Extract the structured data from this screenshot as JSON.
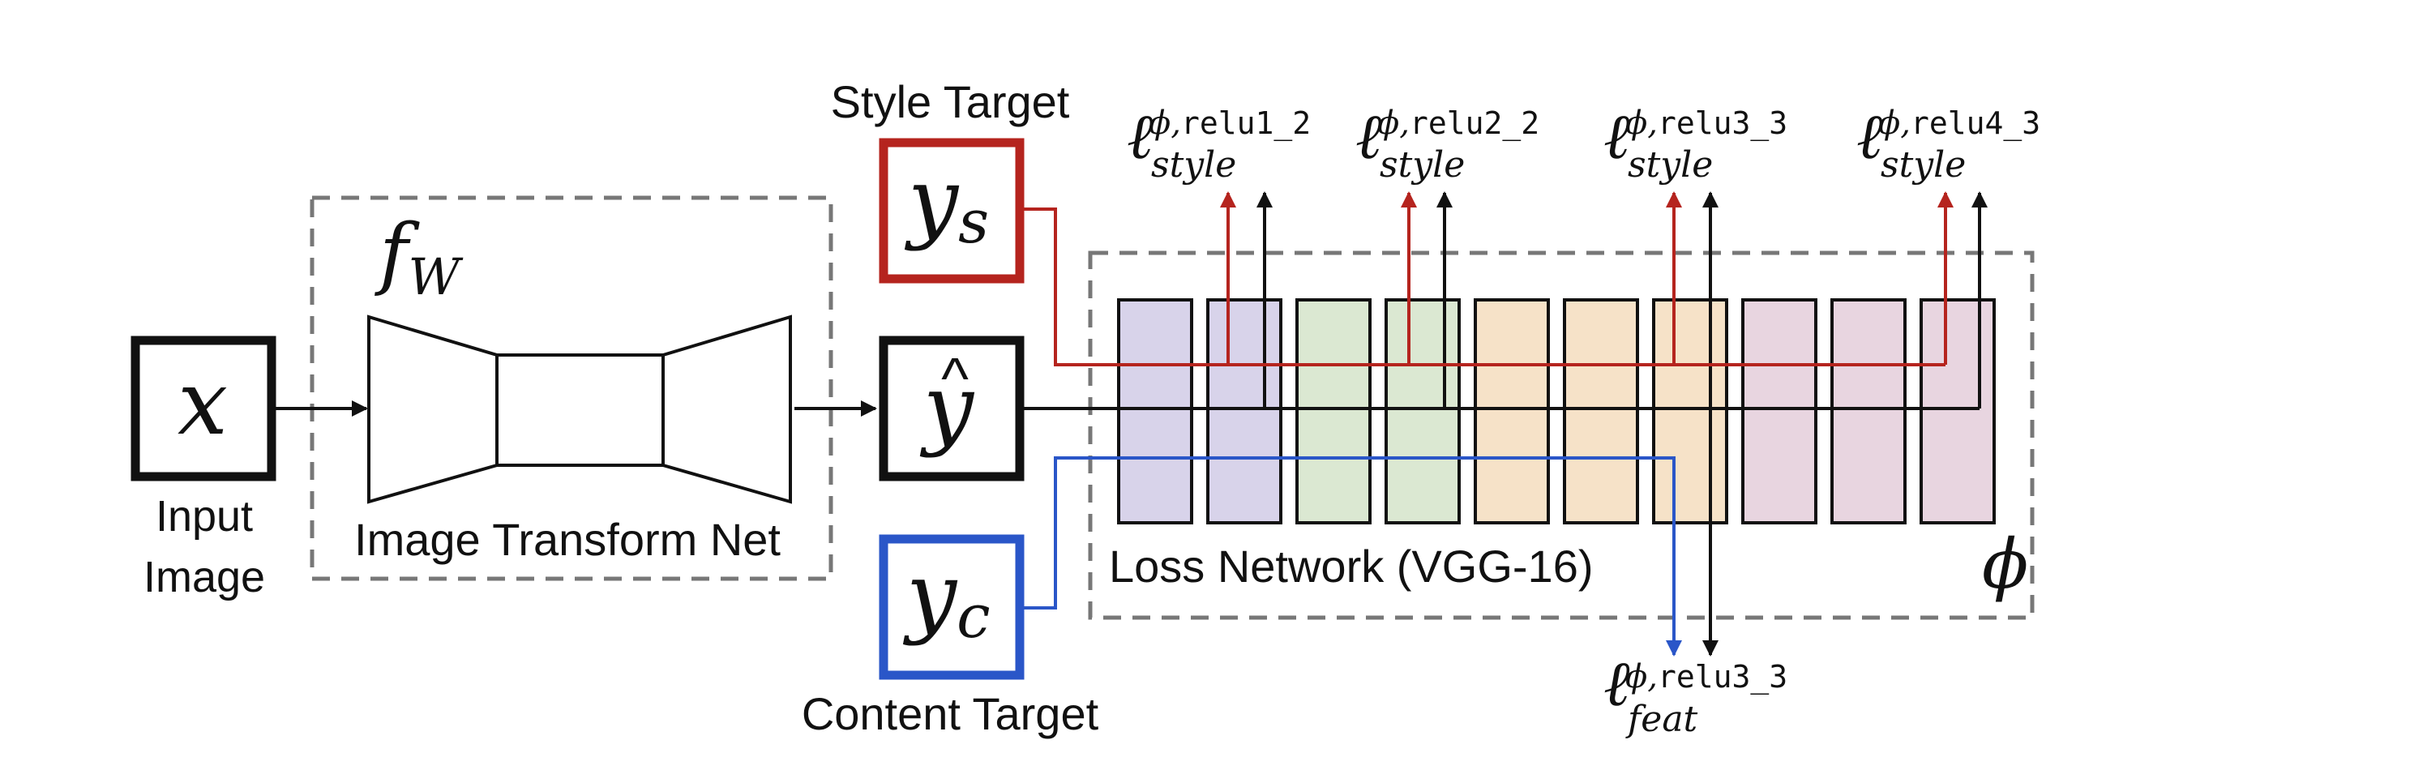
{
  "labels": {
    "style_target": "Style Target",
    "content_target": "Content Target",
    "input_image_line1": "Input",
    "input_image_line2": "Image",
    "image_transform_net": "Image Transform Net",
    "loss_network": "Loss Network (VGG-16)"
  },
  "symbols": {
    "input": "x",
    "transform_fn": "f",
    "transform_fn_sub": "W",
    "output": "y",
    "output_hat": "^",
    "style_target_base": "y",
    "style_target_sub": "s",
    "content_target_base": "y",
    "content_target_sub": "c",
    "loss_net": "ϕ"
  },
  "losses": {
    "style": [
      {
        "letter": "ℓ",
        "sup_phi": "ϕ,",
        "layer": "relu1_2",
        "sub": "style"
      },
      {
        "letter": "ℓ",
        "sup_phi": "ϕ,",
        "layer": "relu2_2",
        "sub": "style"
      },
      {
        "letter": "ℓ",
        "sup_phi": "ϕ,",
        "layer": "relu3_3",
        "sub": "style"
      },
      {
        "letter": "ℓ",
        "sup_phi": "ϕ,",
        "layer": "relu4_3",
        "sub": "style"
      }
    ],
    "feat": {
      "letter": "ℓ",
      "sup_phi": "ϕ,",
      "layer": "relu3_3",
      "sub": "feat"
    }
  },
  "vgg_blocks": [
    "#d8d3ea",
    "#d8d3ea",
    "#dbe8d2",
    "#dbe8d2",
    "#f6e2c8",
    "#f6e2c8",
    "#f6e2c8",
    "#e8d5e0",
    "#e8d5e0",
    "#e8d5e0"
  ],
  "colors": {
    "style_path": "#b5241e",
    "content_path": "#2a56c8",
    "main_path": "#111111",
    "dashed_border": "#777777"
  }
}
